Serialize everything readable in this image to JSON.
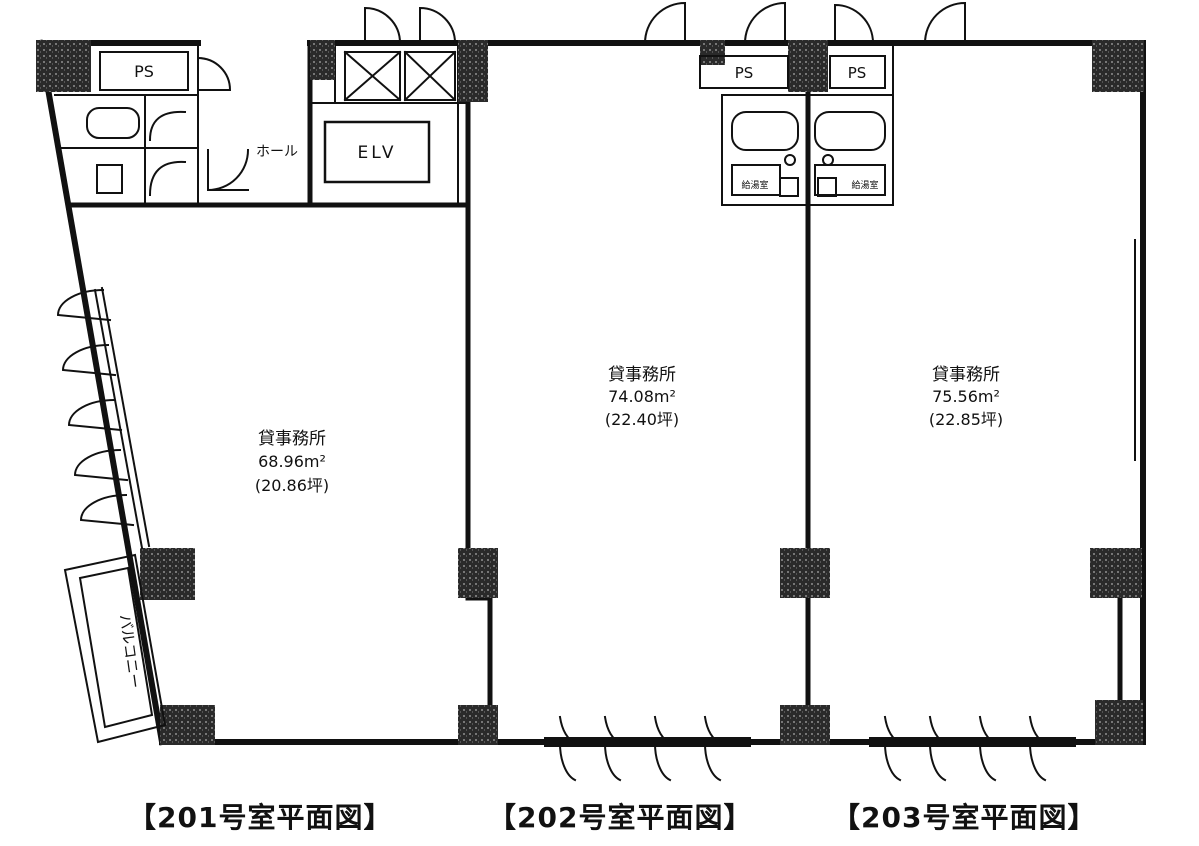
{
  "labels": {
    "ps": "PS",
    "hall": "ホール",
    "elevator": "ELV",
    "balcony": "バルコニー",
    "kitchen": "給湯室"
  },
  "rooms": [
    {
      "id": "201",
      "name": "貸事務所",
      "area": "68.96m²",
      "tsubo": "(20.86坪)",
      "caption": "【201号室平面図】"
    },
    {
      "id": "202",
      "name": "貸事務所",
      "area": "74.08m²",
      "tsubo": "(22.40坪)",
      "caption": "【202号室平面図】"
    },
    {
      "id": "203",
      "name": "貸事務所",
      "area": "75.56m²",
      "tsubo": "(22.85坪)",
      "caption": "【203号室平面図】"
    }
  ]
}
